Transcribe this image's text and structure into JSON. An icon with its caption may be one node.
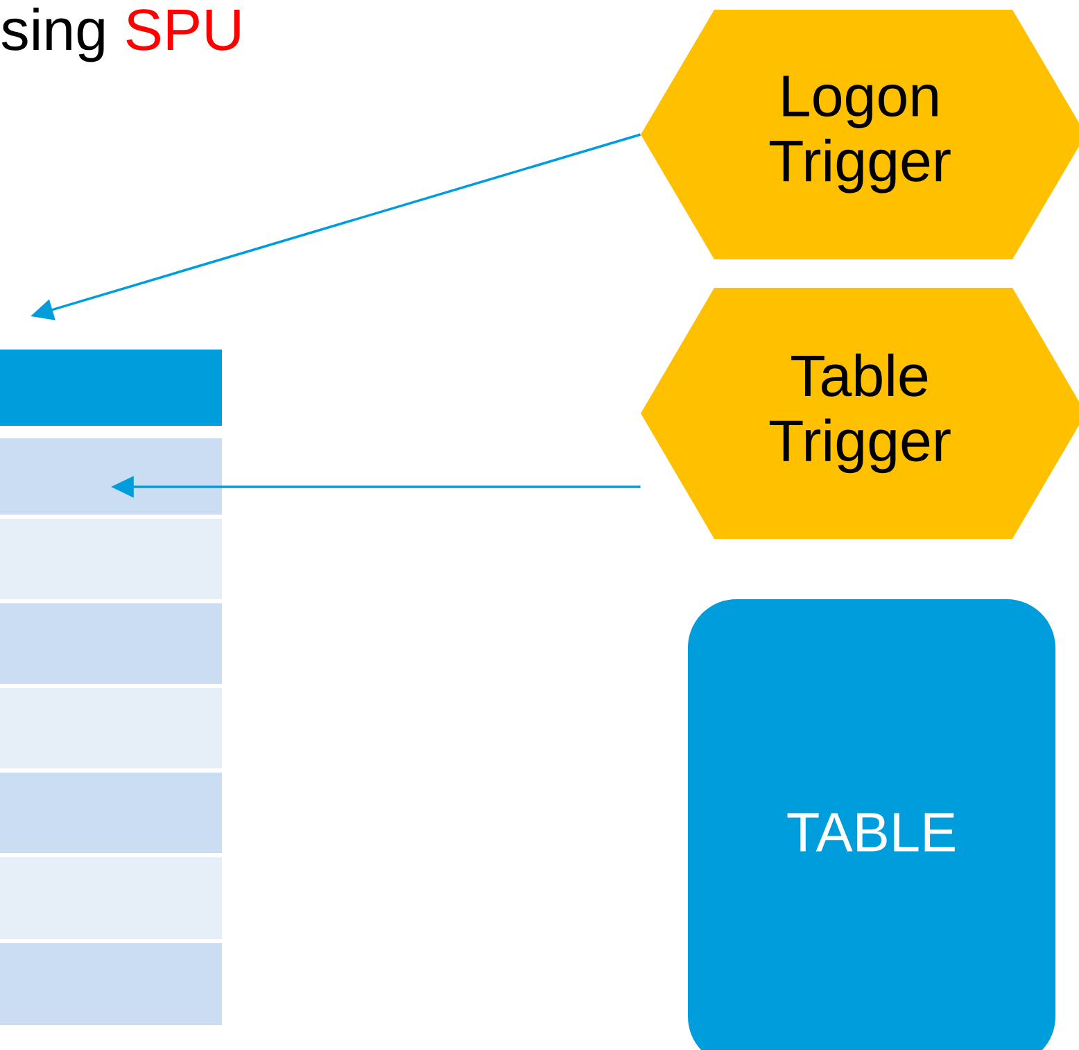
{
  "diagram": {
    "nodes": [
      {
        "text": [
          "Logon Trigger"
        ]
      },
      {
        "text": [
          "Table Trigger"
        ]
      },
      {
        "text": [
          "TABLE"
        ]
      },
      {
        "text": [],
        "shape": "bar"
      },
      {
        "text": [],
        "shape": "bar"
      },
      {
        "text": [],
        "shape": "bar"
      },
      {
        "text": [],
        "shape": "bar"
      },
      {
        "text": [],
        "shape": "bar"
      },
      {
        "text": [],
        "shape": "bar"
      },
      {
        "text": [],
        "shape": "bar"
      },
      {
        "text": [],
        "shape": "bar"
      }
    ],
    "edges": [
      {
        "from": 0,
        "to": null,
        "arrow": "to"
      },
      {
        "from": 1,
        "to": 4,
        "arrow": "to"
      }
    ],
    "labels": [
      "sing",
      "SPU"
    ]
  }
}
